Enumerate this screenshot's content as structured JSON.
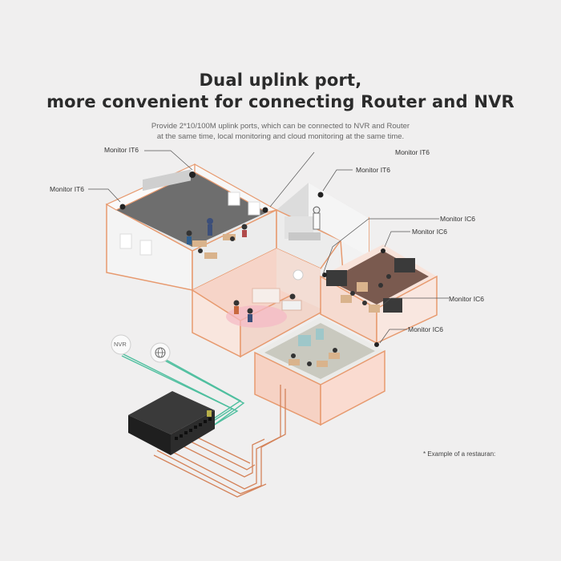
{
  "title_line1": "Dual uplink port,",
  "title_line2": "more convenient for connecting Router and NVR",
  "subtitle_line1": "Provide 2*10/100M uplink ports, which can be connected to NVR and Router",
  "subtitle_line2": "at the same time, local monitoring and cloud monitoring at the same time.",
  "labels": {
    "monitor_it6_top": "Monitor IT6",
    "monitor_it6_left": "Monitor IT6",
    "monitor_it6_right": "Monitor IT6",
    "monitor_it6_kitchen": "Monitor IT6",
    "monitor_ic6_1": "Monitor IC6",
    "monitor_ic6_2": "Monitor IC6",
    "monitor_ic6_3": "Monitor IC6",
    "monitor_ic6_4": "Monitor IC6"
  },
  "nvr_label": "NVR",
  "globe_icon": "globe-icon",
  "footnote": "* Example of a restauran:",
  "colors": {
    "background": "#f0efef",
    "wall_outline": "#e79a6f",
    "uplink_cable": "#4fbf9f",
    "poe_cable": "#d4835a",
    "switch_body": "#2a2a2a",
    "floor_left": "#6e6e6e",
    "room_pink": "#f6d4c8"
  }
}
